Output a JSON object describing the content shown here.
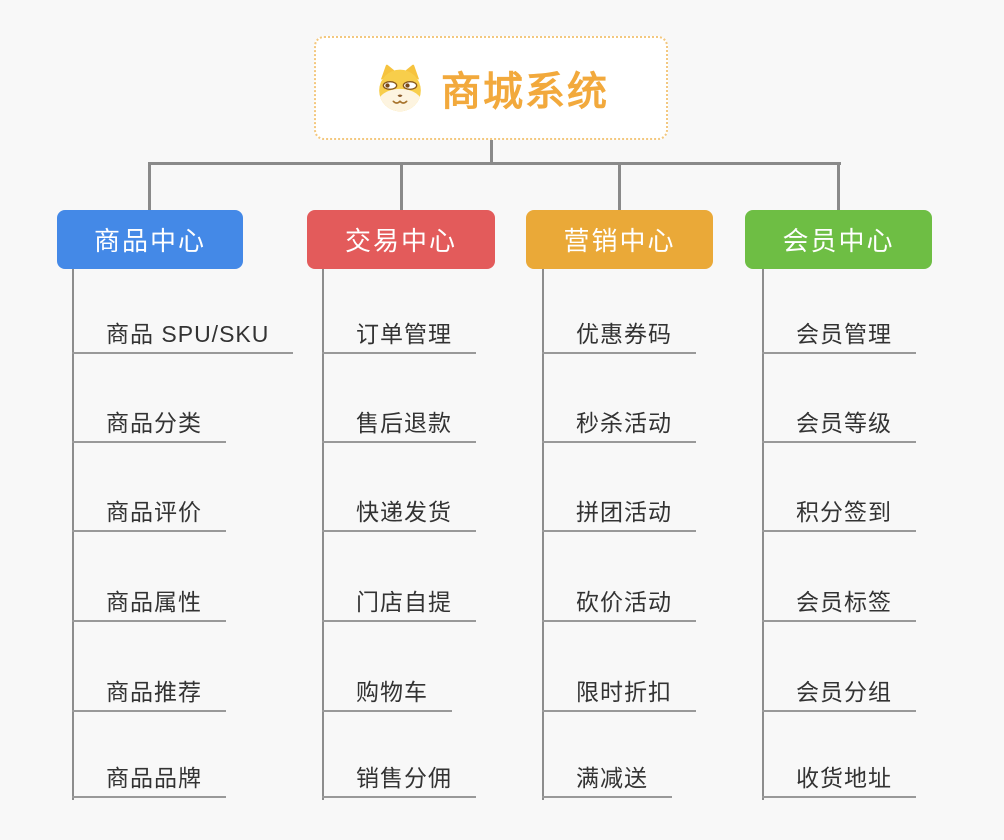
{
  "background": "#F8F8F8",
  "connector_color": "#8A8A8A",
  "underline_color": "#999999",
  "root": {
    "title": "商城系统",
    "icon": "doge-icon",
    "text_color": "#F2A93C",
    "border_color": "#F3C87F",
    "fill": "#FFFFFF"
  },
  "branches": [
    {
      "label": "商品中心",
      "color": "#4489E7",
      "items": [
        "商品 SPU/SKU",
        "商品分类",
        "商品评价",
        "商品属性",
        "商品推荐",
        "商品品牌"
      ]
    },
    {
      "label": "交易中心",
      "color": "#E35B5B",
      "items": [
        "订单管理",
        "售后退款",
        "快递发货",
        "门店自提",
        "购物车",
        "销售分佣"
      ]
    },
    {
      "label": "营销中心",
      "color": "#EAA938",
      "items": [
        "优惠券码",
        "秒杀活动",
        "拼团活动",
        "砍价活动",
        "限时折扣",
        "满减送"
      ]
    },
    {
      "label": "会员中心",
      "color": "#6EBE44",
      "items": [
        "会员管理",
        "会员等级",
        "积分签到",
        "会员标签",
        "会员分组",
        "收货地址"
      ]
    }
  ]
}
